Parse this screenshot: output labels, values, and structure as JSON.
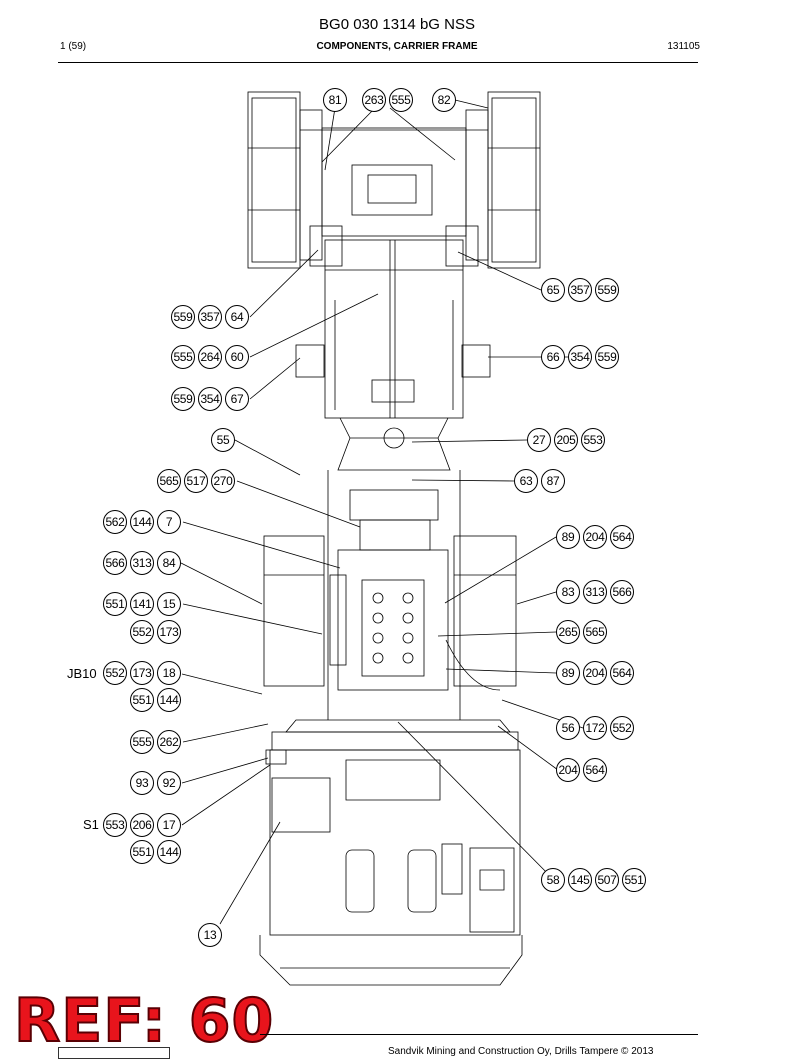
{
  "header": {
    "title": "BG0 030 1314 bG NSS",
    "page": "1 (59)",
    "subtitle": "COMPONENTS, CARRIER FRAME",
    "code": "131105"
  },
  "callouts": [
    [
      "81"
    ],
    [
      "263",
      "555"
    ],
    [
      "82"
    ],
    [
      "65",
      "357",
      "559"
    ],
    [
      "559",
      "357",
      "64"
    ],
    [
      "555",
      "264",
      "60"
    ],
    [
      "66",
      "354",
      "559"
    ],
    [
      "559",
      "354",
      "67"
    ],
    [
      "55"
    ],
    [
      "27",
      "205",
      "553"
    ],
    [
      "565",
      "517",
      "270"
    ],
    [
      "63",
      "87"
    ],
    [
      "562",
      "144",
      "7"
    ],
    [
      "89",
      "204",
      "564"
    ],
    [
      "566",
      "313",
      "84"
    ],
    [
      "83",
      "313",
      "566"
    ],
    [
      "551",
      "141",
      "15"
    ],
    [
      "552",
      "173"
    ],
    [
      "265",
      "565"
    ],
    [
      "552",
      "173",
      "18"
    ],
    [
      "89",
      "204",
      "564"
    ],
    [
      "551",
      "144"
    ],
    [
      "56",
      "172",
      "552"
    ],
    [
      "555",
      "262"
    ],
    [
      "204",
      "564"
    ],
    [
      "93",
      "92"
    ],
    [
      "553",
      "206",
      "17"
    ],
    [
      "551",
      "144"
    ],
    [
      "58",
      "145",
      "507",
      "551"
    ],
    [
      "13"
    ]
  ],
  "prefixes": [
    "JB10",
    "S1"
  ],
  "watermark": "REF: 60",
  "footer": {
    "text": "Sandvik Mining and Construction Oy, Drills Tampere © 2013"
  },
  "colors": {
    "line": "#000000",
    "watermark": "#e8141c"
  }
}
